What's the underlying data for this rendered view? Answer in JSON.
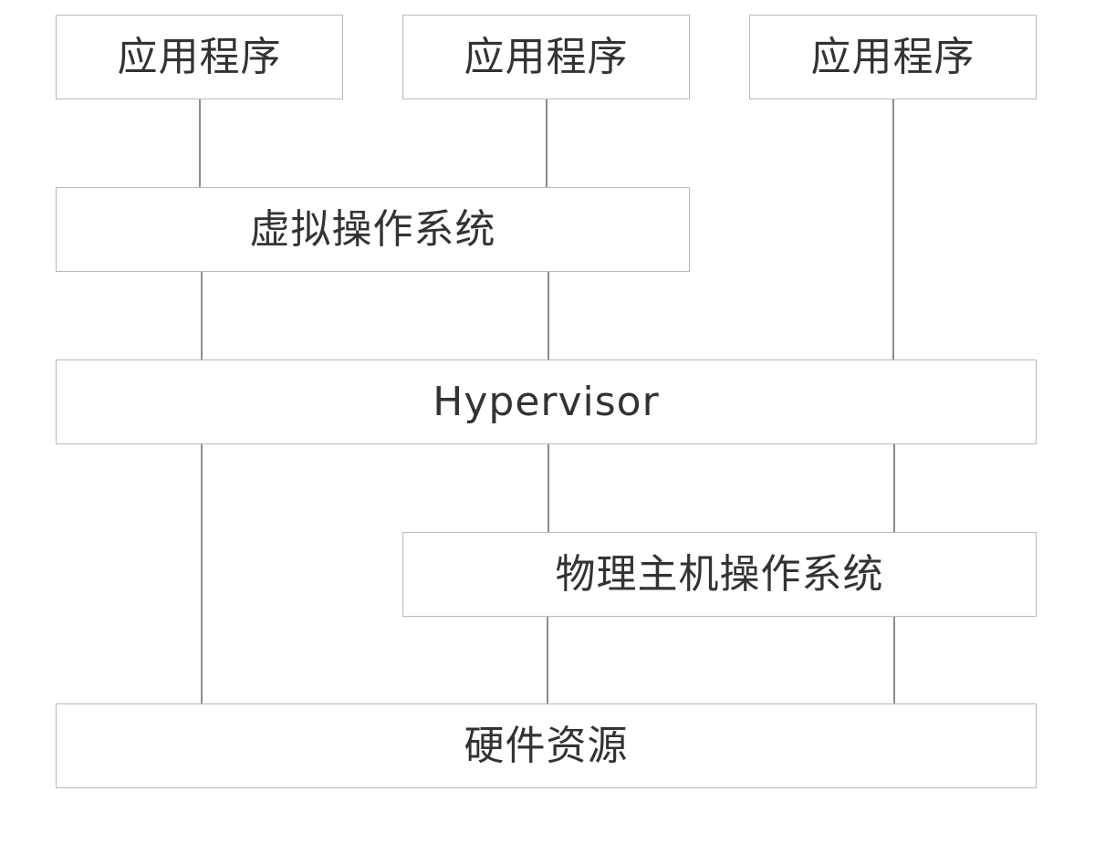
{
  "diagram": {
    "app_boxes": [
      {
        "label": "应用程序"
      },
      {
        "label": "应用程序"
      },
      {
        "label": "应用程序"
      }
    ],
    "virtual_os": {
      "label": "虚拟操作系统"
    },
    "hypervisor": {
      "label": "Hypervisor"
    },
    "host_os": {
      "label": "物理主机操作系统"
    },
    "hardware": {
      "label": "硬件资源"
    }
  },
  "colors": {
    "border": "#b9b9b9",
    "line": "#8c8c8c",
    "text": "#333333",
    "background": "#ffffff"
  }
}
